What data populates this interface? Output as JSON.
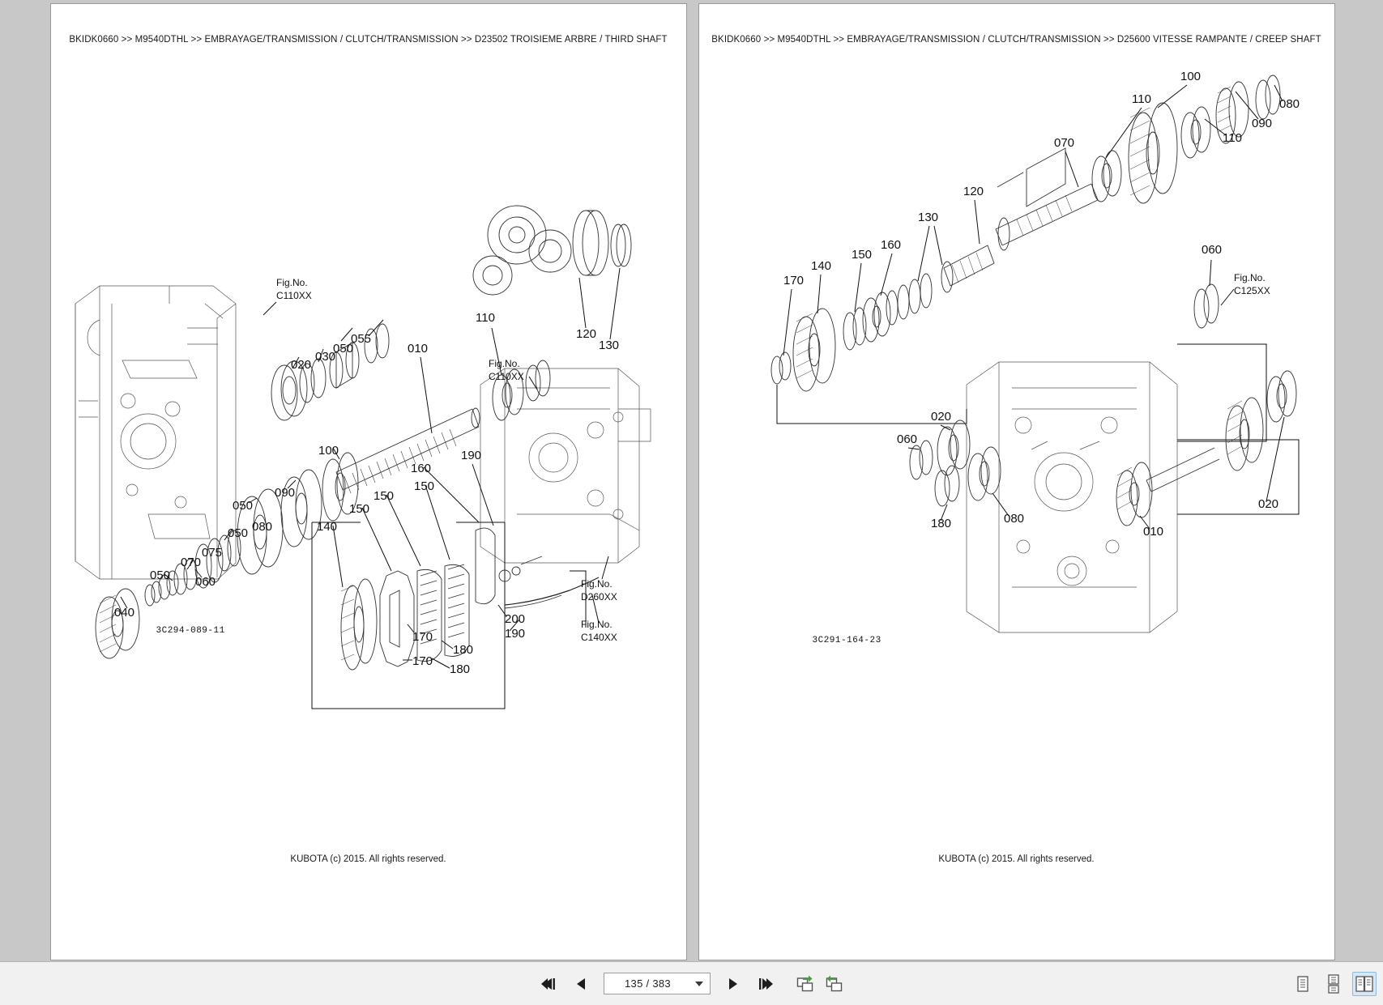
{
  "app": {
    "name": "kubota-parts-catalog-viewer"
  },
  "pages": [
    {
      "breadcrumb": "BKIDK0660 >> M9540DTHL >> EMBRAYAGE/TRANSMISSION / CLUTCH/TRANSMISSION >> D23502   TROISIEME ARBRE / THIRD SHAFT",
      "drawing_number": "3C294-089-11",
      "footer": "KUBOTA (c) 2015. All rights reserved.",
      "fig_refs": [
        "C110XX",
        "C110XX",
        "D260XX",
        "C140XX"
      ],
      "callouts": [
        "010",
        "020",
        "030",
        "040",
        "050",
        "055",
        "060",
        "070",
        "075",
        "080",
        "090",
        "100",
        "110",
        "120",
        "130",
        "140",
        "150",
        "160",
        "170",
        "180",
        "190",
        "200"
      ]
    },
    {
      "breadcrumb": "BKIDK0660 >> M9540DTHL >> EMBRAYAGE/TRANSMISSION / CLUTCH/TRANSMISSION >> D25600   VITESSE RAMPANTE / CREEP SHAFT",
      "drawing_number": "3C291-164-23",
      "footer": "KUBOTA (c) 2015. All rights reserved.",
      "fig_refs": [
        "C125XX"
      ],
      "callouts": [
        "010",
        "020",
        "060",
        "070",
        "080",
        "090",
        "100",
        "110",
        "120",
        "130",
        "140",
        "150",
        "160",
        "170",
        "180"
      ]
    }
  ],
  "toolbar": {
    "first_page_label": "first-page",
    "prev_page_label": "previous-page",
    "next_page_label": "next-page",
    "last_page_label": "last-page",
    "page_value": "135 / 383",
    "page_placeholder": "135 / 383",
    "current_page": 135,
    "total_pages": 383,
    "fit_page_label": "fit-page",
    "fit_width_label": "fit-width",
    "view_single_label": "single-page-view",
    "view_continuous_label": "continuous-view",
    "view_facing_label": "two-page-view",
    "view_active": "two-page-view"
  },
  "colors": {
    "chrome_bg": "#c8c8c8",
    "toolbar_bg": "#f1f1f1",
    "page_bg": "#ffffff",
    "accent_active": "#d6e7f7",
    "accent_border": "#8fb8de",
    "icon": "#222222",
    "export_green": "#4a9a48"
  }
}
